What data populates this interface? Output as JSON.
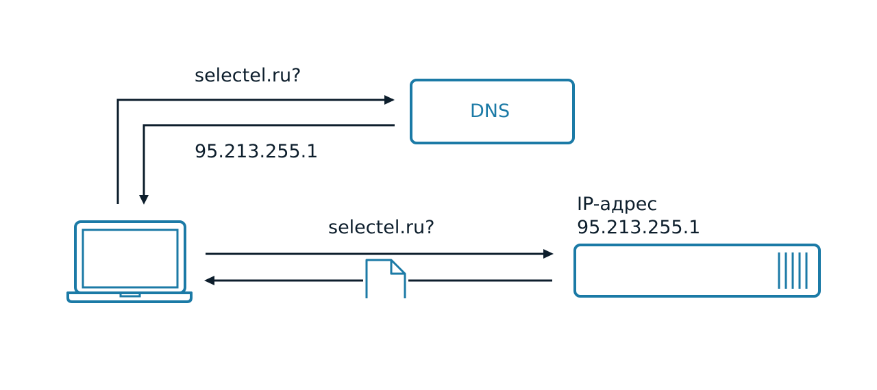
{
  "query_top": "selectel.ru?",
  "answer_top": "95.213.255.1",
  "dns_label": "DNS",
  "server_label_line1": "IP-адрес",
  "server_label_line2": "95.213.255.1",
  "query_bottom": "selectel.ru?",
  "colors": {
    "accent": "#1b7aa6",
    "line": "#0d1e2c",
    "background": "#ffffff"
  },
  "icons": [
    "laptop-icon",
    "server-icon",
    "file-icon"
  ]
}
